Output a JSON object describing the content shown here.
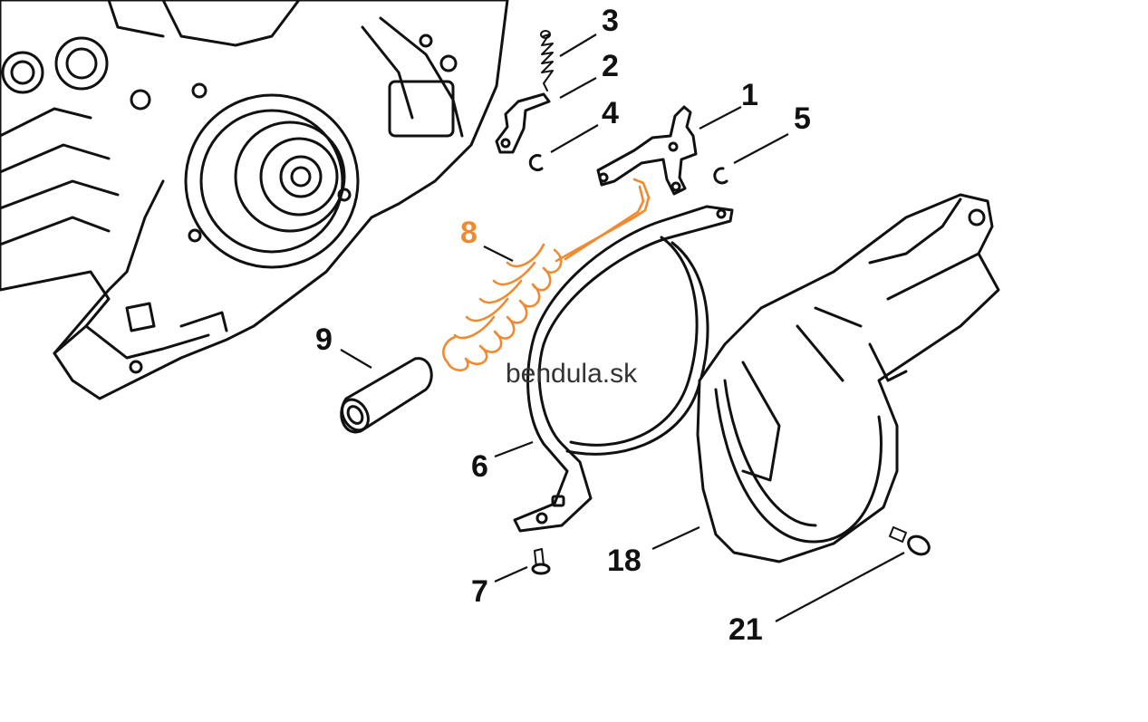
{
  "watermark": "bendula.sk",
  "highlight_color": "#f08a30",
  "parts": [
    {
      "label": "1",
      "highlighted": false
    },
    {
      "label": "2",
      "highlighted": false
    },
    {
      "label": "3",
      "highlighted": false
    },
    {
      "label": "4",
      "highlighted": false
    },
    {
      "label": "5",
      "highlighted": false
    },
    {
      "label": "6",
      "highlighted": false
    },
    {
      "label": "7",
      "highlighted": false
    },
    {
      "label": "8",
      "highlighted": true
    },
    {
      "label": "9",
      "highlighted": false
    },
    {
      "label": "18",
      "highlighted": false
    },
    {
      "label": "21",
      "highlighted": false
    }
  ]
}
